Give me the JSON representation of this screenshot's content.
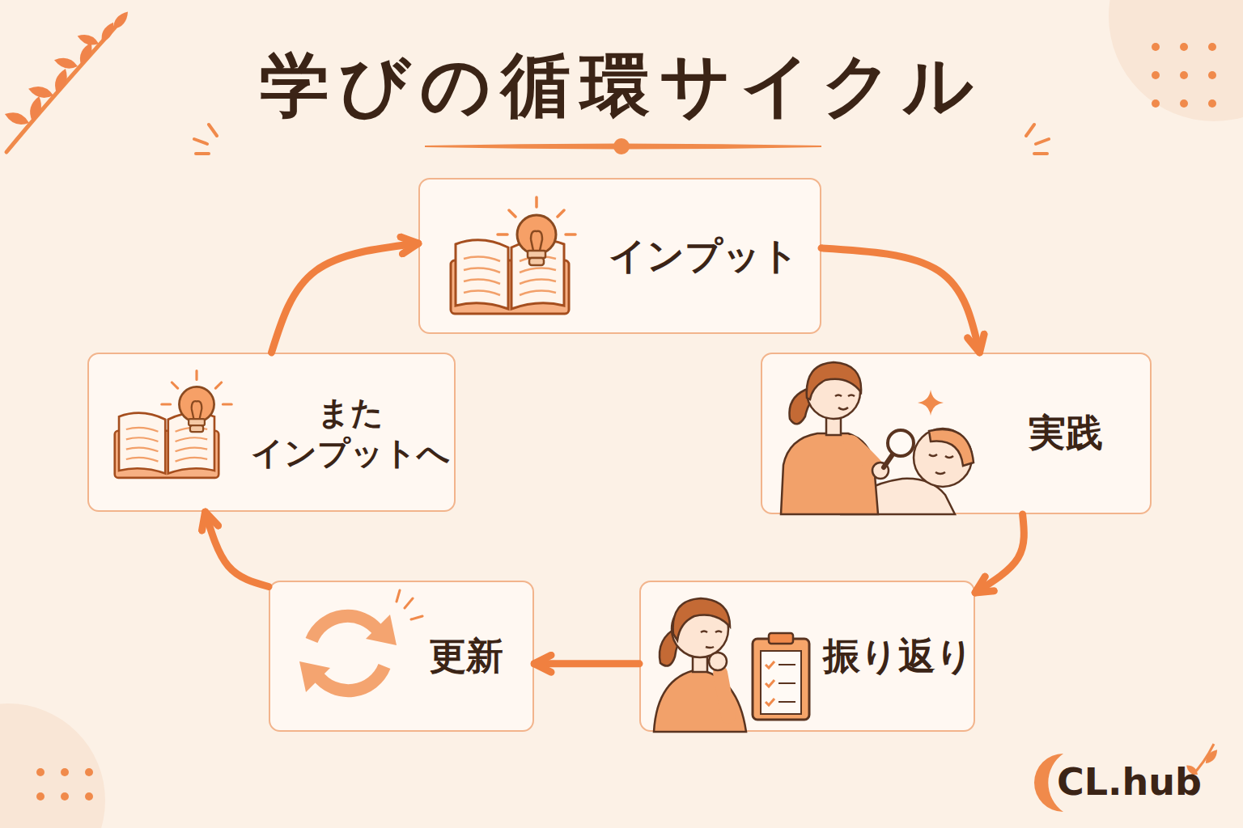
{
  "diagram": {
    "title": "学びの循環サイクル",
    "nodes": [
      {
        "text": [
          "インプット"
        ]
      },
      {
        "text": [
          "実践"
        ]
      },
      {
        "text": [
          "振り返り"
        ]
      },
      {
        "text": [
          "更新"
        ]
      },
      {
        "text": [
          "また インプットへ"
        ]
      }
    ],
    "edges": [
      {
        "from": 0,
        "to": 1,
        "arrow": "to"
      },
      {
        "from": 1,
        "to": 2,
        "arrow": "to"
      },
      {
        "from": 2,
        "to": 3,
        "arrow": "to"
      },
      {
        "from": 3,
        "to": 4,
        "arrow": "to"
      },
      {
        "from": 4,
        "to": 0,
        "arrow": "to"
      }
    ],
    "labels": [
      "CL.hub"
    ]
  }
}
